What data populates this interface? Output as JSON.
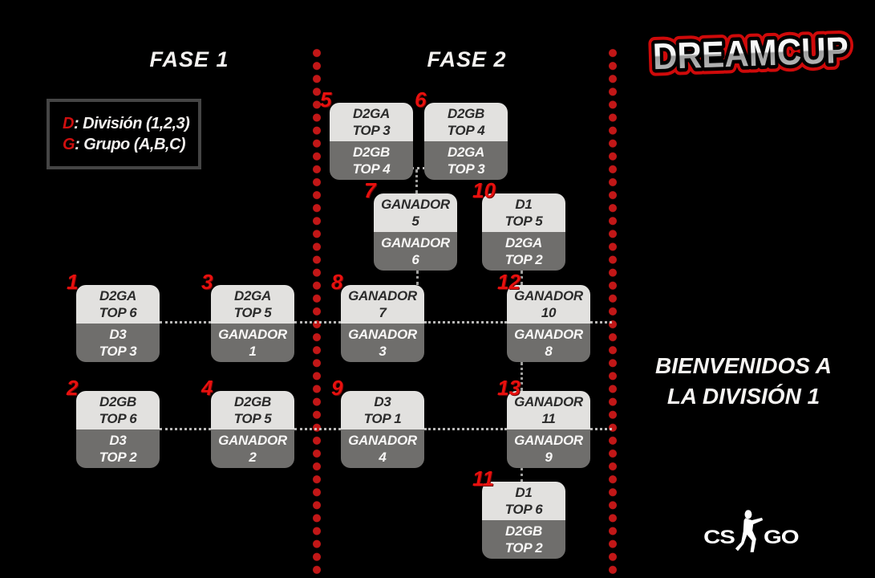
{
  "logo_text": "DREAMCUP",
  "phases": {
    "fase1": "FASE 1",
    "fase2": "FASE 2"
  },
  "legend": {
    "d_key": "D",
    "d_text": ": División (1,2,3)",
    "g_key": "G",
    "g_text": ": Grupo (A,B,C)"
  },
  "welcome": {
    "line1": "BIENVENIDOS A",
    "line2": "LA DIVISIÓN 1"
  },
  "csgo_logo": {
    "cs": "CS",
    "go": "GO"
  },
  "colors": {
    "background": "#000000",
    "divider_red": "#c21717",
    "number_red": "#e8100e",
    "box_light_gray": "#e2e1df",
    "box_dark_gray": "#6f6e6c",
    "legend_border_gray": "#454545"
  },
  "matches": [
    {
      "number": "1",
      "top": "D2GA\nTOP 6",
      "bottom": "D3\nTOP 3"
    },
    {
      "number": "2",
      "top": "D2GB\nTOP 6",
      "bottom": "D3\nTOP 2"
    },
    {
      "number": "3",
      "top": "D2GA\nTOP 5",
      "bottom": "GANADOR\n1"
    },
    {
      "number": "4",
      "top": "D2GB\nTOP 5",
      "bottom": "GANADOR\n2"
    },
    {
      "number": "5",
      "top": "D2GA\nTOP 3",
      "bottom": "D2GB\nTOP 4"
    },
    {
      "number": "6",
      "top": "D2GB\nTOP 4",
      "bottom": "D2GA\nTOP 3"
    },
    {
      "number": "7",
      "top": "GANADOR\n5",
      "bottom": "GANADOR\n6"
    },
    {
      "number": "8",
      "top": "GANADOR\n7",
      "bottom": "GANADOR\n3"
    },
    {
      "number": "9",
      "top": "D3\nTOP 1",
      "bottom": "GANADOR\n4"
    },
    {
      "number": "10",
      "top": "D1\nTOP 5",
      "bottom": "D2GA\nTOP 2"
    },
    {
      "number": "11",
      "top": "D1\nTOP 6",
      "bottom": "D2GB\nTOP 2"
    },
    {
      "number": "12",
      "top": "GANADOR\n10",
      "bottom": "GANADOR\n8"
    },
    {
      "number": "13",
      "top": "GANADOR\n11",
      "bottom": "GANADOR\n9"
    }
  ]
}
